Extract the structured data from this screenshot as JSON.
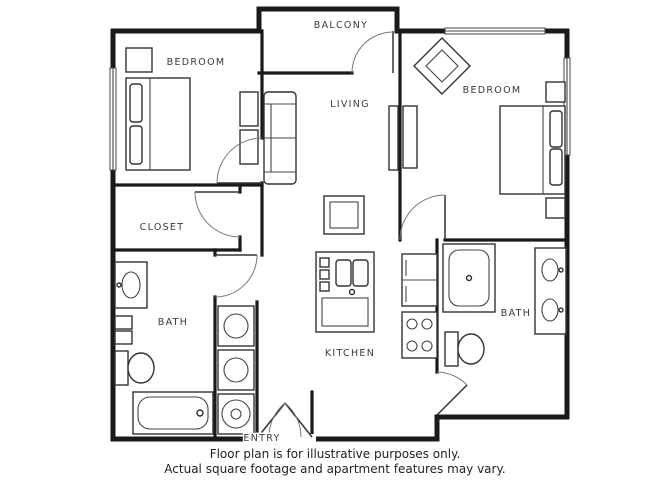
{
  "rooms": {
    "balcony": "BALCONY",
    "bedroom_left": "BEDROOM",
    "bedroom_right": "BEDROOM",
    "living": "LIVING",
    "closet": "CLOSET",
    "bath_left": "BATH",
    "bath_right": "BATH",
    "kitchen": "KITCHEN",
    "entry": "ENTRY"
  },
  "disclaimer": {
    "line1": "Floor plan is for illustrative purposes only.",
    "line2": "Actual square footage and apartment features may vary."
  },
  "colors": {
    "wall": "#1a1a1a",
    "furniture_line": "#333333",
    "label_text": "#3a3a3a",
    "background": "#ffffff"
  }
}
